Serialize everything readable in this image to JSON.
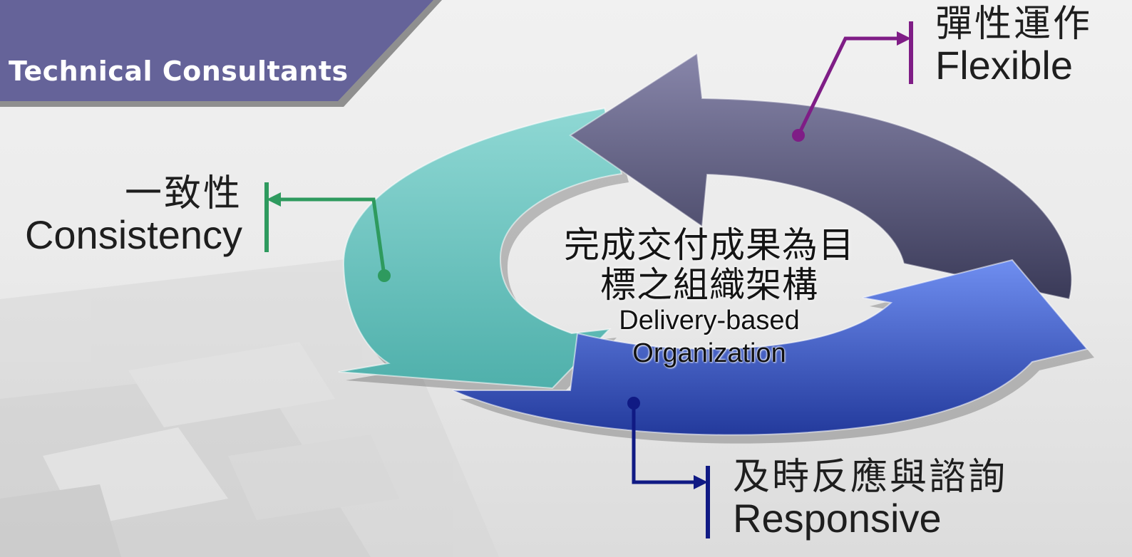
{
  "banner": {
    "title": "Technical Consultants",
    "color": "#656399"
  },
  "center": {
    "zh_line1": "完成交付成果為目",
    "zh_line2": "標之組織架構",
    "en_line1": "Delivery-based",
    "en_line2": "Organization"
  },
  "labels": {
    "consistency": {
      "zh": "一致性",
      "en": "Consistency",
      "color": "#2e9a5e"
    },
    "flexible": {
      "zh": "彈性運作",
      "en": "Flexible",
      "color": "#7f1d86"
    },
    "responsive": {
      "zh": "及時反應與諮詢",
      "en": "Responsive",
      "color": "#101a84"
    }
  },
  "arrows": {
    "teal": "#5fbfb9",
    "slate": "#5f5f85",
    "blue": "#3f5ac8"
  }
}
